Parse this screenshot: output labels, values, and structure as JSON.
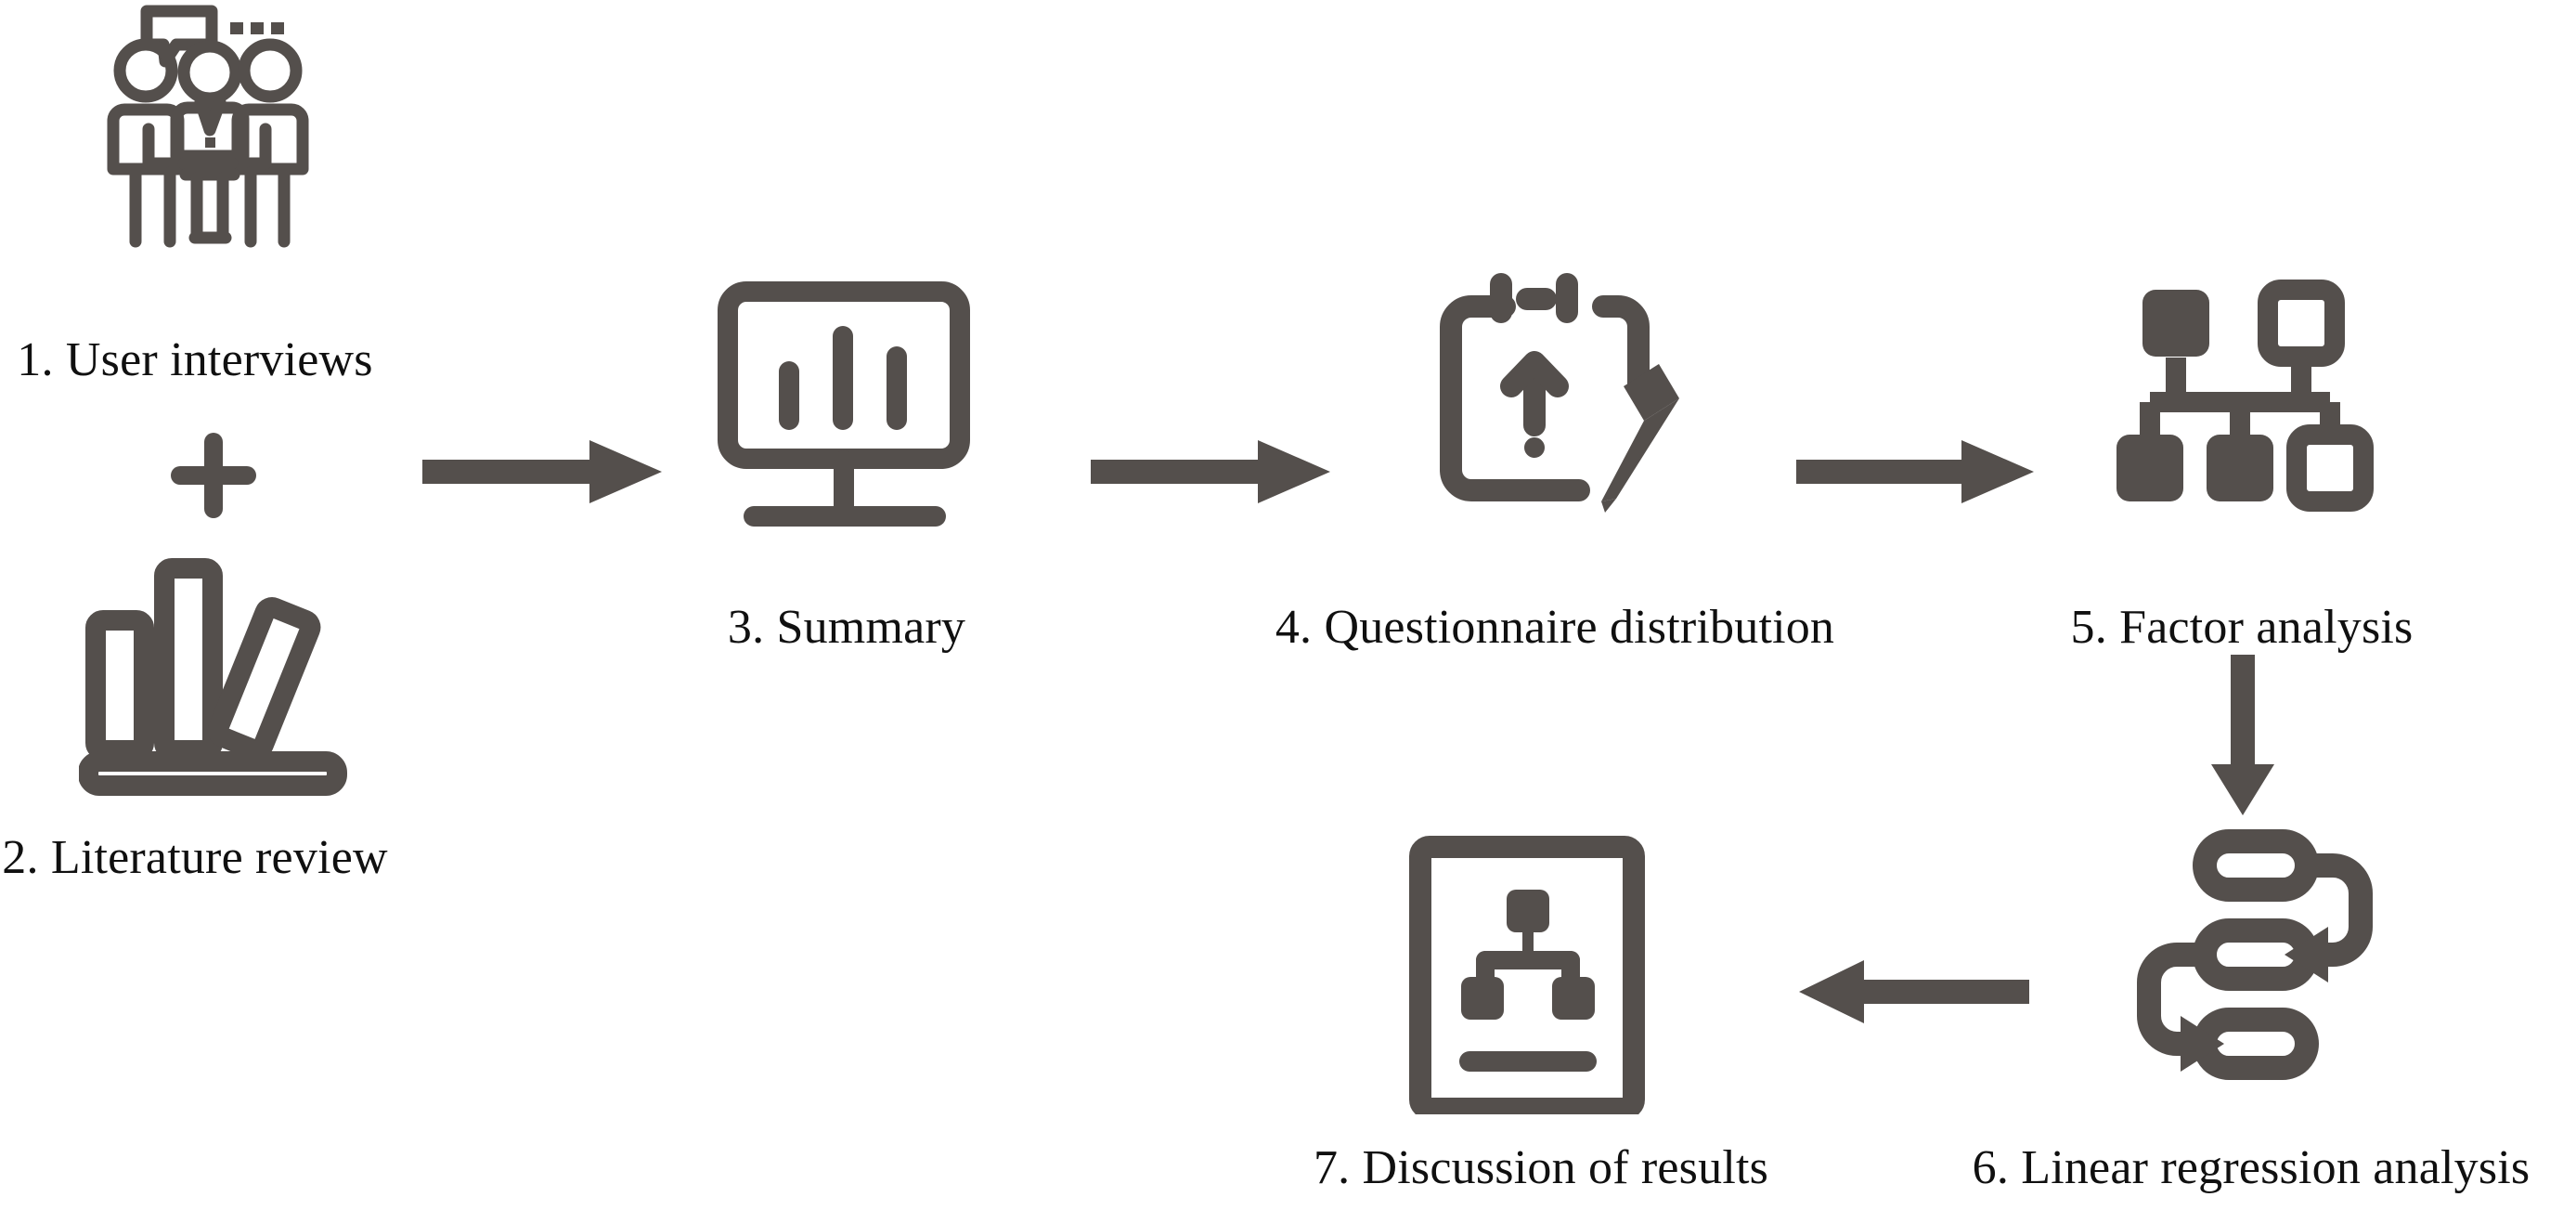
{
  "figure": {
    "type": "process-flow-diagram",
    "title": "Research methodology flow",
    "background_color": "#ffffff",
    "icon_color": "#544F4C",
    "label_color": "#101010"
  },
  "steps": [
    {
      "number": "1",
      "label": "1. User interviews",
      "icon": "group-interview-icon",
      "icon_description": "three people seated at a table with a speech bubble and ellipsis"
    },
    {
      "number": "2",
      "label": "2. Literature review",
      "icon": "books-shelf-icon",
      "icon_description": "two upright books and one tilted book on a shelf"
    },
    {
      "number": "3",
      "label": "3. Summary",
      "icon": "monitor-bar-chart-icon",
      "icon_description": "desktop monitor displaying a three-bar chart"
    },
    {
      "number": "4",
      "label": "4. Questionnaire distribution",
      "icon": "clipboard-pencil-icon",
      "icon_description": "notepad with upward arrow and pencil"
    },
    {
      "number": "5",
      "label": "5. Factor analysis",
      "icon": "hierarchy-nodes-icon",
      "icon_description": "org chart of filled and outlined squares"
    },
    {
      "number": "6",
      "label": "6. Linear regression analysis",
      "icon": "cyclic-pills-icon",
      "icon_description": "three stacked rounded pills linked by two curved arrows"
    },
    {
      "number": "7",
      "label": "7. Discussion of results",
      "icon": "document-hierarchy-icon",
      "icon_description": "page outline containing a small node tree and a text bar"
    }
  ],
  "connectors": [
    {
      "name": "plus-combiner",
      "symbol": "+",
      "from": "1. User interviews",
      "to": "2. Literature review",
      "direction": "join"
    },
    {
      "name": "arrow-1",
      "symbol": "→",
      "from": "inputs",
      "to": "3. Summary",
      "direction": "right"
    },
    {
      "name": "arrow-2",
      "symbol": "→",
      "from": "3. Summary",
      "to": "4. Questionnaire distribution",
      "direction": "right"
    },
    {
      "name": "arrow-3",
      "symbol": "→",
      "from": "4. Questionnaire distribution",
      "to": "5. Factor analysis",
      "direction": "right"
    },
    {
      "name": "arrow-4",
      "symbol": "↓",
      "from": "5. Factor analysis",
      "to": "6. Linear regression analysis",
      "direction": "down"
    },
    {
      "name": "arrow-5",
      "symbol": "←",
      "from": "6. Linear regression analysis",
      "to": "7. Discussion of results",
      "direction": "left"
    }
  ]
}
